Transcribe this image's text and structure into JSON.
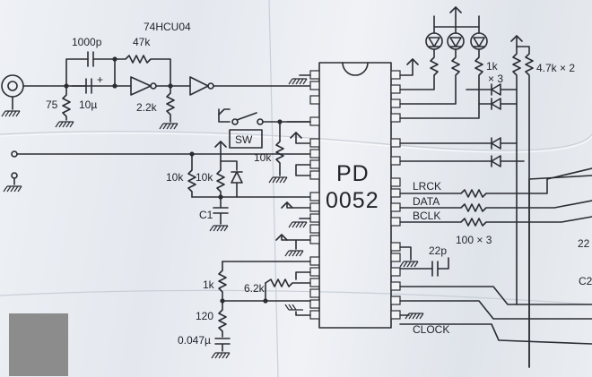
{
  "labels": {
    "inverter_ic": "74HCU04",
    "c_1000p": "1000p",
    "r_47k": "47k",
    "r_75": "75",
    "c_10u": "10µ",
    "r_2_2k": "2.2k",
    "led_r_1k": "1k",
    "led_r_x3": "× 3",
    "r_4_7k": "4.7k × 2",
    "sw": "SW",
    "r_10k_sw": "10k",
    "r_10k_a": "10k",
    "r_10k_b": "10k",
    "c1": "C1",
    "chip_line1": "PD",
    "chip_line2": "0052",
    "lrck": "LRCK",
    "data": "DATA",
    "bclk": "BCLK",
    "r_100x3": "100 × 3",
    "c_22p": "22p",
    "r_1k": "1k",
    "r_6_2k": "6.2k",
    "r_120": "120",
    "c_0047u": "0.047µ",
    "clock": "CLOCK",
    "edge_22": "22",
    "edge_c2": "C2"
  }
}
